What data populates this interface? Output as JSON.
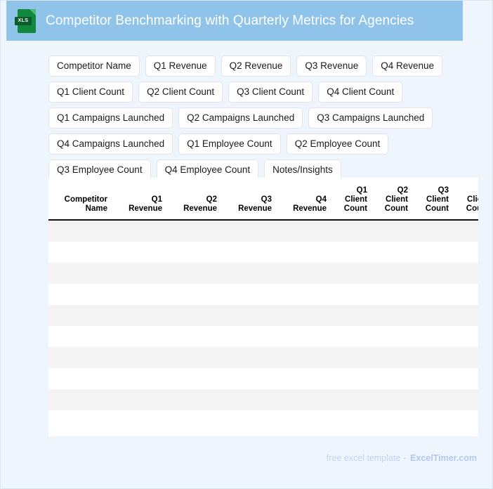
{
  "header": {
    "title": "Competitor Benchmarking with Quarterly Metrics for Agencies",
    "icon_name": "xls-file-icon",
    "icon_label": "XLS",
    "background_color": "#90c3ea",
    "title_color": "#ffffff"
  },
  "chips": [
    {
      "label": "Competitor Name"
    },
    {
      "label": "Q1 Revenue"
    },
    {
      "label": "Q2 Revenue"
    },
    {
      "label": "Q3 Revenue"
    },
    {
      "label": "Q4 Revenue"
    },
    {
      "label": "Q1 Client Count"
    },
    {
      "label": "Q2 Client Count"
    },
    {
      "label": "Q3 Client Count"
    },
    {
      "label": "Q4 Client Count"
    },
    {
      "label": "Q1 Campaigns Launched"
    },
    {
      "label": "Q2 Campaigns Launched"
    },
    {
      "label": "Q3 Campaigns Launched"
    },
    {
      "label": "Q4 Campaigns Launched"
    },
    {
      "label": "Q1 Employee Count"
    },
    {
      "label": "Q2 Employee Count"
    },
    {
      "label": "Q3 Employee Count"
    },
    {
      "label": "Q4 Employee Count"
    },
    {
      "label": "Notes/Insights"
    }
  ],
  "table": {
    "columns": [
      {
        "label": "Competitor Name",
        "cls": "col-name"
      },
      {
        "label": "Q1 Revenue",
        "cls": "col-rev"
      },
      {
        "label": "Q2 Revenue",
        "cls": "col-rev"
      },
      {
        "label": "Q3 Revenue",
        "cls": "col-rev"
      },
      {
        "label": "Q4 Revenue",
        "cls": "col-rev"
      },
      {
        "label": "Q1 Client Count",
        "cls": "col-cnt"
      },
      {
        "label": "Q2 Client Count",
        "cls": "col-cnt"
      },
      {
        "label": "Q3 Client Count",
        "cls": "col-cnt"
      },
      {
        "label": "Q4 Client Count",
        "cls": "col-cnt"
      },
      {
        "label": "Q1 Campaigns Launched",
        "cls": "col-camp"
      },
      {
        "label": "Q2 Campaigns Launched",
        "cls": "col-camp"
      },
      {
        "label": "Q3 Campaigns Launched",
        "cls": "col-camp"
      },
      {
        "label": "Q4 Campaigns Launched",
        "cls": "col-camp"
      },
      {
        "label": "Q1 Employee Count",
        "cls": "col-emp"
      },
      {
        "label": "Q2 Employee Count",
        "cls": "col-emp"
      },
      {
        "label": "Q3 Employee Count",
        "cls": "col-emp"
      },
      {
        "label": "Q4 Employee Count",
        "cls": "col-emp"
      },
      {
        "label": "Notes/Insights",
        "cls": "col-notes"
      }
    ],
    "rows": [
      [
        "",
        "",
        "",
        "",
        "",
        "",
        "",
        "",
        "",
        "",
        "",
        "",
        "",
        "",
        "",
        "",
        "",
        ""
      ],
      [
        "",
        "",
        "",
        "",
        "",
        "",
        "",
        "",
        "",
        "",
        "",
        "",
        "",
        "",
        "",
        "",
        "",
        ""
      ],
      [
        "",
        "",
        "",
        "",
        "",
        "",
        "",
        "",
        "",
        "",
        "",
        "",
        "",
        "",
        "",
        "",
        "",
        ""
      ],
      [
        "",
        "",
        "",
        "",
        "",
        "",
        "",
        "",
        "",
        "",
        "",
        "",
        "",
        "",
        "",
        "",
        "",
        ""
      ],
      [
        "",
        "",
        "",
        "",
        "",
        "",
        "",
        "",
        "",
        "",
        "",
        "",
        "",
        "",
        "",
        "",
        "",
        ""
      ],
      [
        "",
        "",
        "",
        "",
        "",
        "",
        "",
        "",
        "",
        "",
        "",
        "",
        "",
        "",
        "",
        "",
        "",
        ""
      ],
      [
        "",
        "",
        "",
        "",
        "",
        "",
        "",
        "",
        "",
        "",
        "",
        "",
        "",
        "",
        "",
        "",
        "",
        ""
      ],
      [
        "",
        "",
        "",
        "",
        "",
        "",
        "",
        "",
        "",
        "",
        "",
        "",
        "",
        "",
        "",
        "",
        "",
        ""
      ],
      [
        "",
        "",
        "",
        "",
        "",
        "",
        "",
        "",
        "",
        "",
        "",
        "",
        "",
        "",
        "",
        "",
        "",
        ""
      ],
      [
        "",
        "",
        "",
        "",
        "",
        "",
        "",
        "",
        "",
        "",
        "",
        "",
        "",
        "",
        "",
        "",
        "",
        ""
      ]
    ],
    "row_colors": {
      "odd": "#f4f4f4",
      "even": "#ffffff"
    }
  },
  "footer": {
    "text": "free excel template -",
    "brand": "ExcelTimer.com",
    "text_color": "#c3d3ef",
    "brand_color": "#b4c8ef"
  }
}
